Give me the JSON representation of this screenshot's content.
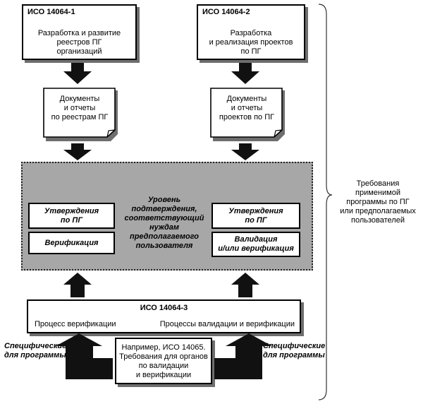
{
  "iso1": {
    "title": "ИСО 14064-1",
    "text": "Разработка и развитие\nреестров ПГ\nорганизаций"
  },
  "iso2": {
    "title": "ИСО 14064-2",
    "text": "Разработка\nи реализация проектов\nпо ПГ"
  },
  "doc1": {
    "text": "Документы\nи отчеты\nпо реестрам ПГ"
  },
  "doc2": {
    "text": "Документы\nи отчеты\nпроектов по ПГ"
  },
  "gray_area": {
    "left_top": "Утверждения\nпо ПГ",
    "left_bottom": "Верификация",
    "center": "Уровень\nподтверждения,\nсоответствующий\nнуждам\nпредполагаемого\nпользователя",
    "right_top": "Утверждения\nпо ПГ",
    "right_bottom": "Валидация\nи/или верификация"
  },
  "iso3": {
    "title": "ИСО 14064-3",
    "left": "Процесс верификации",
    "right": "Процессы валидации и верификации"
  },
  "bottom_box": {
    "text": "Например, ИСО 14065.\nТребования для органов\nпо валидации\nи верификации"
  },
  "specific_left": "Специфические\nдля программы",
  "specific_right": "Специфические\nдля программы",
  "requirements": "Требования\nприменимой\nпрограммы по ПГ\nили предполагаемых\nпользователей"
}
